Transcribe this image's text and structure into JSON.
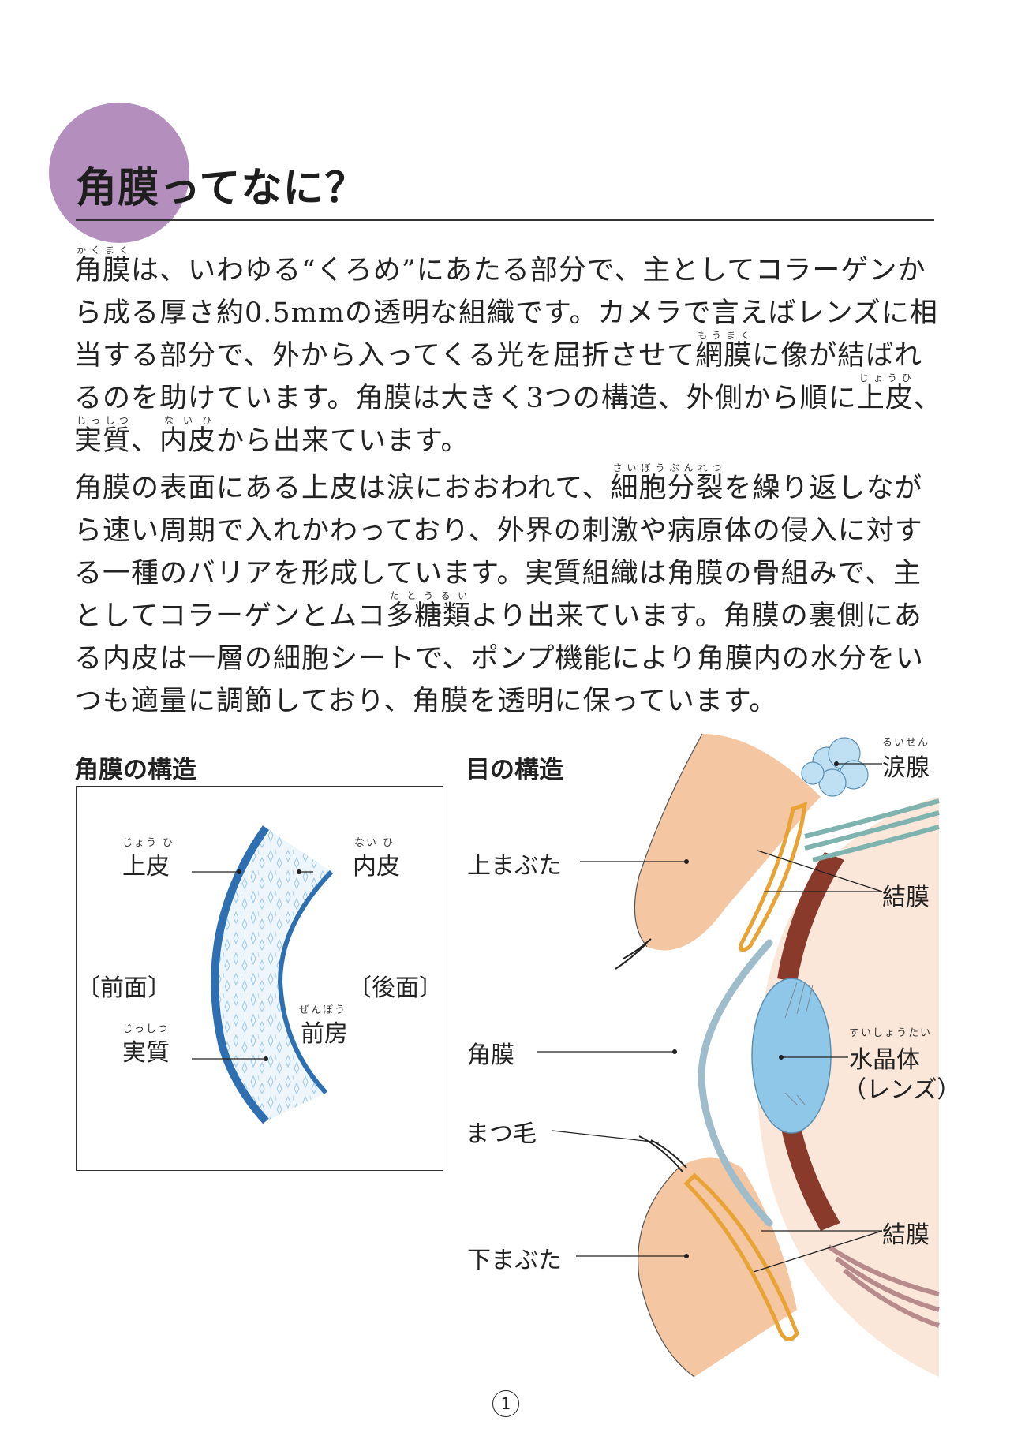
{
  "page": {
    "title": "角膜ってなに？",
    "page_number": "1"
  },
  "paragraph1": {
    "w_kakumaku": "角膜",
    "r_kakumaku": "かくまく",
    "s1": "は、いわゆる“くろめ”にあたる部分で、主としてコラーゲンから成る厚さ約0.5mmの透明な組織です。カメラで言えばレンズに相当する部分で、外から入ってくる光を屈折させて",
    "w_moumaku": "網膜",
    "r_moumaku": "もうまく",
    "s2": "に像が結ばれるのを助けています。角膜は大きく3つの構造、外側から順に",
    "w_johi": "上皮",
    "r_johi": "じょうひ",
    "s3": "、",
    "w_jisshitsu": "実質",
    "r_jisshitsu": "じっしつ",
    "s4": "、",
    "w_naihi": "内皮",
    "r_naihi": "ないひ",
    "s5": "から出来ています。"
  },
  "paragraph2": {
    "s1": "角膜の表面にある上皮は涙におおわれて、",
    "w_saibou": "細胞分裂",
    "r_saibou": "さいぼうぶんれつ",
    "s2": "を繰り返しながら速い周期で入れかわっており、外界の刺激や病原体の侵入に対する一種のバリアを形成しています。実質組織は角膜の骨組みで、主としてコラーゲンとムコ",
    "w_tatourui": "多糖類",
    "r_tatourui": "たとうるい",
    "s3": "より出来ています。角膜の裏側にある内皮は一層の細胞シートで、ポンプ機能により角膜内の水分をいつも適量に調節しており、角膜を透明に保っています。"
  },
  "cornea_figure": {
    "heading": "角膜の構造",
    "epithelium": "上皮",
    "epithelium_ruby": "じょう ひ",
    "endothelium": "内皮",
    "endothelium_ruby": "ない ひ",
    "front": "〔前面〕",
    "back": "〔後面〕",
    "anterior_chamber": "前房",
    "anterior_chamber_ruby": "ぜんぼう",
    "stroma": "実質",
    "stroma_ruby": "じっしつ"
  },
  "eye_figure": {
    "heading": "目の構造",
    "lacrimal_gland": "涙腺",
    "lacrimal_gland_ruby": "るいせん",
    "upper_eyelid": "上まぶた",
    "conjunctiva_upper": "結膜",
    "cornea": "角膜",
    "lens": "水晶体",
    "lens_ruby": "すいしょうたい",
    "lens_paren": "（レンズ）",
    "eyelash": "まつ毛",
    "conjunctiva_lower": "結膜",
    "lower_eyelid": "下まぶた"
  },
  "colors": {
    "title_circle": "#b48fbd",
    "cornea_blue": "#2d6fb0",
    "lens_blue": "#8fc7e8",
    "eyelid_skin": "#f4c6a2",
    "tarsal_orange": "#e8a334"
  }
}
